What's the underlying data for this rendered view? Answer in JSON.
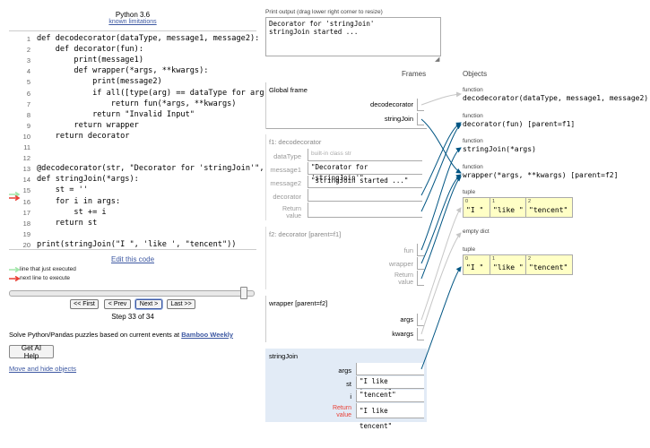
{
  "header": {
    "title": "Python 3.6",
    "limitations_link": "known limitations"
  },
  "code": {
    "lines": [
      {
        "num": "1",
        "text": "def decodecorator(dataType, message1, message2):"
      },
      {
        "num": "2",
        "text": "    def decorator(fun):"
      },
      {
        "num": "3",
        "text": "        print(message1)"
      },
      {
        "num": "4",
        "text": "        def wrapper(*args, **kwargs):"
      },
      {
        "num": "5",
        "text": "            print(message2)"
      },
      {
        "num": "6",
        "text": "            if all([type(arg) == dataType for arg"
      },
      {
        "num": "7",
        "text": "                return fun(*args, **kwargs)"
      },
      {
        "num": "8",
        "text": "            return \"Invalid Input\""
      },
      {
        "num": "9",
        "text": "        return wrapper"
      },
      {
        "num": "10",
        "text": "    return decorator"
      },
      {
        "num": "11",
        "text": ""
      },
      {
        "num": "12",
        "text": ""
      },
      {
        "num": "13",
        "text": "@decodecorator(str, \"Decorator for 'stringJoin'\","
      },
      {
        "num": "14",
        "text": "def stringJoin(*args):"
      },
      {
        "num": "15",
        "text": "    st = ''"
      },
      {
        "num": "16",
        "text": "    for i in args:"
      },
      {
        "num": "17",
        "text": "        st += i"
      },
      {
        "num": "18",
        "text": "    return st"
      },
      {
        "num": "19",
        "text": ""
      },
      {
        "num": "20",
        "text": "print(stringJoin(\"I \", 'like ', \"tencent\"))"
      }
    ],
    "current_line": "18"
  },
  "edit_link": "Edit this code",
  "legend": {
    "just_executed": "line that just executed",
    "next_to_execute": "next line to execute"
  },
  "nav": {
    "first": "<< First",
    "prev": "< Prev",
    "next": "Next >",
    "last": "Last >>",
    "step_label": "Step 33 of 34",
    "progress": 0.97
  },
  "puzzle": {
    "text": "Solve Python/Pandas puzzles based on current events at ",
    "link": "Bamboo Weekly"
  },
  "ai_button": "Get AI Help",
  "move_link": "Move and hide objects",
  "print_output": {
    "label": "Print output (drag lower right corner to resize)",
    "text": "Decorator for 'stringJoin'\nstringJoin started ..."
  },
  "frames_header": "Frames",
  "objects_header": "Objects",
  "frames": {
    "global": {
      "title": "Global frame",
      "vars": [
        "decodecorator",
        "stringJoin"
      ]
    },
    "f1": {
      "title": "f1: decodecorator",
      "vars": [
        {
          "name": "dataType",
          "value": "built-in class str"
        },
        {
          "name": "message1",
          "value": "\"Decorator for 'stringJoin'\""
        },
        {
          "name": "message2",
          "value": "\"stringJoin started ...\""
        },
        {
          "name": "decorator",
          "value": ""
        },
        {
          "name": "Return value",
          "value": ""
        }
      ]
    },
    "f2": {
      "title": "f2: decorator [parent=f1]",
      "vars": [
        "fun",
        "wrapper",
        "Return value"
      ]
    },
    "wrapper": {
      "title": "wrapper [parent=f2]",
      "vars": [
        "args",
        "kwargs"
      ]
    },
    "stringJoin": {
      "title": "stringJoin",
      "vars": [
        {
          "name": "args",
          "value": ""
        },
        {
          "name": "st",
          "value": "\"I like tencent\""
        },
        {
          "name": "i",
          "value": "\"tencent\""
        },
        {
          "name": "Return value",
          "value": "\"I like tencent\""
        }
      ]
    }
  },
  "objects": {
    "func1": {
      "type": "function",
      "value": "decodecorator(dataType, message1, message2)"
    },
    "func2": {
      "type": "function",
      "value": "decorator(fun) [parent=f1]"
    },
    "func3": {
      "type": "function",
      "value": "stringJoin(*args)"
    },
    "func4": {
      "type": "function",
      "value": "wrapper(*args, **kwargs) [parent=f2]"
    },
    "tuple1": {
      "type": "tuple",
      "items": [
        {
          "idx": "0",
          "val": "\"I \""
        },
        {
          "idx": "1",
          "val": "\"like \""
        },
        {
          "idx": "2",
          "val": "\"tencent\""
        }
      ]
    },
    "dict1": {
      "type": "empty dict"
    },
    "tuple2": {
      "type": "tuple",
      "items": [
        {
          "idx": "0",
          "val": "\"I \""
        },
        {
          "idx": "1",
          "val": "\"like \""
        },
        {
          "idx": "2",
          "val": "\"tencent\""
        }
      ]
    }
  },
  "colors": {
    "link": "#3d58a2",
    "arrow_active": "#005583",
    "arrow_inactive": "#c6c6c6",
    "active_frame_bg": "#e2ebf6",
    "tuple_bg": "#ffffc6",
    "return_label": "#e93f34",
    "arrow_green": "#a0e6a8",
    "arrow_red": "#e93f34"
  }
}
